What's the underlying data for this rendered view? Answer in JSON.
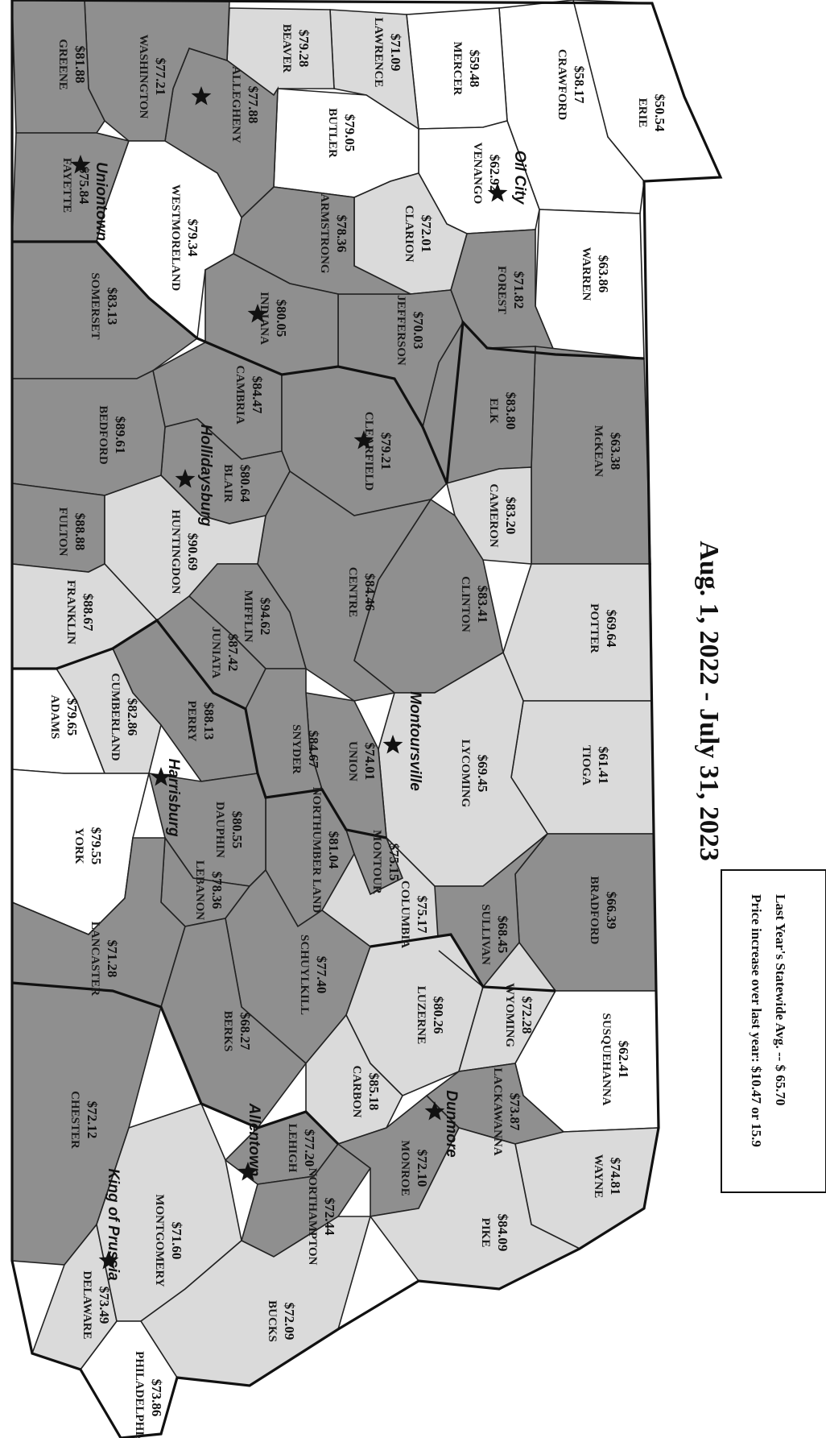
{
  "title": "Aug. 1, 2022 - July 31, 2023",
  "legend": {
    "line1": "Last Year's Statewide Avg. -- $ 65.70",
    "line2": "Price increase over last year: $10.47 or 15.9"
  },
  "colors": {
    "dark": "#8f8f8f",
    "light": "#dadada",
    "white": "#ffffff",
    "ink": "#111111"
  },
  "counties": [
    {
      "id": "erie",
      "name": "ERIE",
      "price": "$50.54",
      "shade": "white"
    },
    {
      "id": "crawford",
      "name": "CRAWFORD",
      "price": "$58.17",
      "shade": "white"
    },
    {
      "id": "warren",
      "name": "WARREN",
      "price": "$63.86",
      "shade": "white"
    },
    {
      "id": "mercer",
      "name": "MERCER",
      "price": "$59.48",
      "shade": "white"
    },
    {
      "id": "venango",
      "name": "VENANGO",
      "price": "$62.92",
      "shade": "white"
    },
    {
      "id": "lawrence",
      "name": "LAWRENCE",
      "price": "$71.09",
      "shade": "light"
    },
    {
      "id": "butler",
      "name": "BUTLER",
      "price": "$79.05",
      "shade": "white"
    },
    {
      "id": "beaver",
      "name": "BEAVER",
      "price": "$79.28",
      "shade": "light"
    },
    {
      "id": "forest",
      "name": "FOREST",
      "price": "$71.82",
      "shade": "dark"
    },
    {
      "id": "clarion",
      "name": "CLARION",
      "price": "$72.01",
      "shade": "light"
    },
    {
      "id": "mckean",
      "name": "McKEAN",
      "price": "$63.38",
      "shade": "dark"
    },
    {
      "id": "elk",
      "name": "ELK",
      "price": "$83.80",
      "shade": "dark"
    },
    {
      "id": "jefferson",
      "name": "JEFFERSON",
      "price": "$70.03",
      "shade": "dark"
    },
    {
      "id": "armstrong",
      "name": "ARMSTRONG",
      "price": "$78.36",
      "shade": "dark"
    },
    {
      "id": "allegheny",
      "name": "ALLEGHENY",
      "price": "$77.88",
      "shade": "dark"
    },
    {
      "id": "washington",
      "name": "WASHINGTON",
      "price": "$77.21",
      "shade": "dark"
    },
    {
      "id": "greene",
      "name": "GREENE",
      "price": "$81.88",
      "shade": "dark"
    },
    {
      "id": "fayette",
      "name": "FAYETTE",
      "price": "$75.84",
      "shade": "dark"
    },
    {
      "id": "westmoreland",
      "name": "WESTMORELAND",
      "price": "$79.34",
      "shade": "white"
    },
    {
      "id": "indiana",
      "name": "INDIANA",
      "price": "$80.05",
      "shade": "dark"
    },
    {
      "id": "somerset",
      "name": "SOMERSET",
      "price": "$83.13",
      "shade": "dark"
    },
    {
      "id": "cambria",
      "name": "CAMBRIA",
      "price": "$84.47",
      "shade": "dark"
    },
    {
      "id": "clearfield",
      "name": "CLEARFIELD",
      "price": "$79.21",
      "shade": "dark"
    },
    {
      "id": "cameron",
      "name": "CAMERON",
      "price": "$83.20",
      "shade": "light"
    },
    {
      "id": "potter",
      "name": "POTTER",
      "price": "$69.64",
      "shade": "light"
    },
    {
      "id": "clinton",
      "name": "CLINTON",
      "price": "$83.41",
      "shade": "dark"
    },
    {
      "id": "centre",
      "name": "CENTRE",
      "price": "$84.46",
      "shade": "dark"
    },
    {
      "id": "blair",
      "name": "BLAIR",
      "price": "$80.64",
      "shade": "dark"
    },
    {
      "id": "bedford",
      "name": "BEDFORD",
      "price": "$89.61",
      "shade": "dark"
    },
    {
      "id": "fulton",
      "name": "FULTON",
      "price": "$88.88",
      "shade": "dark"
    },
    {
      "id": "huntingdon",
      "name": "HUNTINGDON",
      "price": "$90.69",
      "shade": "light"
    },
    {
      "id": "franklin",
      "name": "FRANKLIN",
      "price": "$88.67",
      "shade": "light"
    },
    {
      "id": "mifflin",
      "name": "MIFFLIN",
      "price": "$94.62",
      "shade": "dark"
    },
    {
      "id": "juniata",
      "name": "JUNIATA",
      "price": "$87.42",
      "shade": "dark"
    },
    {
      "id": "perry",
      "name": "PERRY",
      "price": "$88.13",
      "shade": "dark"
    },
    {
      "id": "cumberland",
      "name": "CUMBERLAND",
      "price": "$82.86",
      "shade": "light"
    },
    {
      "id": "adams",
      "name": "ADAMS",
      "price": "$79.65",
      "shade": "white"
    },
    {
      "id": "york",
      "name": "YORK",
      "price": "$79.55",
      "shade": "white"
    },
    {
      "id": "tioga",
      "name": "TIOGA",
      "price": "$61.41",
      "shade": "light"
    },
    {
      "id": "lycoming",
      "name": "LYCOMING",
      "price": "$69.45",
      "shade": "light"
    },
    {
      "id": "union",
      "name": "UNION",
      "price": "$74.01",
      "shade": "dark"
    },
    {
      "id": "snyder",
      "name": "SNYDER",
      "price": "$84.67",
      "shade": "dark"
    },
    {
      "id": "northumberland",
      "name": "NORTHUMBER LAND",
      "price": "$81.04",
      "shade": "dark"
    },
    {
      "id": "montour",
      "name": "MONTOUR",
      "price": "$75.15",
      "shade": "dark"
    },
    {
      "id": "columbia",
      "name": "COLUMBIA",
      "price": "$75.17",
      "shade": "light"
    },
    {
      "id": "dauphin",
      "name": "DAUPHIN",
      "price": "$80.55",
      "shade": "dark"
    },
    {
      "id": "lebanon",
      "name": "LEBANON",
      "price": "$78.36",
      "shade": "dark"
    },
    {
      "id": "lancaster",
      "name": "LANCASTER",
      "price": "$71.28",
      "shade": "dark"
    },
    {
      "id": "bradford",
      "name": "BRADFORD",
      "price": "$66.39",
      "shade": "dark"
    },
    {
      "id": "sullivan",
      "name": "SULLIVAN",
      "price": "$68.45",
      "shade": "dark"
    },
    {
      "id": "schuylkill",
      "name": "SCHUYLKILL",
      "price": "$77.40",
      "shade": "dark"
    },
    {
      "id": "berks",
      "name": "BERKS",
      "price": "$68.27",
      "shade": "dark"
    },
    {
      "id": "luzerne",
      "name": "LUZERNE",
      "price": "$80.26",
      "shade": "light"
    },
    {
      "id": "wyoming",
      "name": "WYOMING",
      "price": "$72.28",
      "shade": "light"
    },
    {
      "id": "susquehanna",
      "name": "SUSQUEHANNA",
      "price": "$62.41",
      "shade": "white"
    },
    {
      "id": "lackawanna",
      "name": "LACKAWANNA",
      "price": "$73.87",
      "shade": "dark"
    },
    {
      "id": "wayne",
      "name": "WAYNE",
      "price": "$74.81",
      "shade": "light"
    },
    {
      "id": "carbon",
      "name": "CARBON",
      "price": "$85.18",
      "shade": "light"
    },
    {
      "id": "lehigh",
      "name": "LEHIGH",
      "price": "$77.20",
      "shade": "dark"
    },
    {
      "id": "northampton",
      "name": "NORTHAMPTON",
      "price": "$72.44",
      "shade": "dark"
    },
    {
      "id": "monroe",
      "name": "MONROE",
      "price": "$72.10",
      "shade": "dark"
    },
    {
      "id": "pike",
      "name": "PIKE",
      "price": "$84.09",
      "shade": "light"
    },
    {
      "id": "chester",
      "name": "CHESTER",
      "price": "$72.12",
      "shade": "dark"
    },
    {
      "id": "delaware",
      "name": "DELAWARE",
      "price": "$73.49",
      "shade": "light"
    },
    {
      "id": "montgomery",
      "name": "MONTGOMERY",
      "price": "$71.60",
      "shade": "light"
    },
    {
      "id": "bucks",
      "name": "BUCKS",
      "price": "$72.09",
      "shade": "light"
    },
    {
      "id": "philadelphia",
      "name": "PHILADELPHIA",
      "price": "$73.86",
      "shade": "white"
    }
  ],
  "cities": [
    {
      "id": "oil-city",
      "label": "Oil City"
    },
    {
      "id": "uniontown",
      "label": "Uniontown"
    },
    {
      "id": "hollidaysburg",
      "label": "Hollidaysburg"
    },
    {
      "id": "montoursville",
      "label": "Montoursville"
    },
    {
      "id": "harrisburg",
      "label": "Harrisburg"
    },
    {
      "id": "allentown",
      "label": "Allentown"
    },
    {
      "id": "king-of-prussia",
      "label": "King of Prussia"
    },
    {
      "id": "dunmore",
      "label": "Dunmore"
    }
  ]
}
